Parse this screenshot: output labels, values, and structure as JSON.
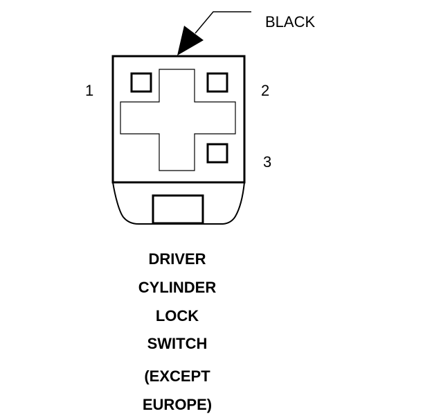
{
  "callout_label": "BLACK",
  "pins": [
    "1",
    "2",
    "3"
  ],
  "caption_lines": [
    "DRIVER",
    "CYLINDER",
    "LOCK",
    "SWITCH",
    "(EXCEPT",
    "EUROPE)"
  ],
  "colors": {
    "ink": "#000000",
    "background": "#ffffff"
  }
}
